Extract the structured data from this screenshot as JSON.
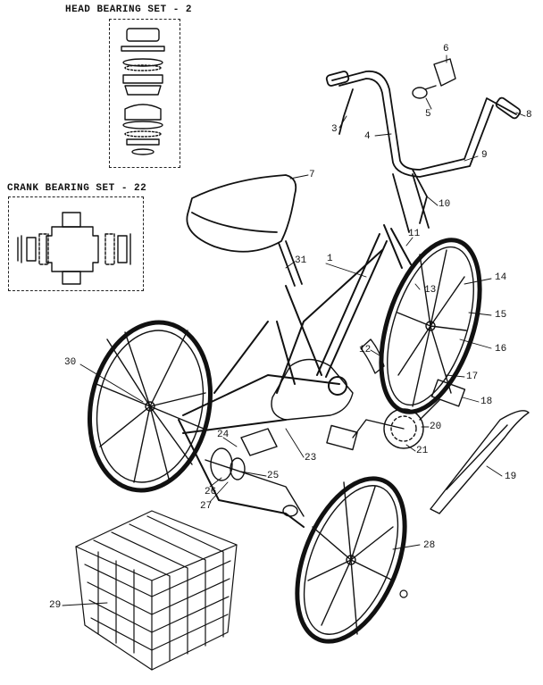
{
  "insets": {
    "head_bearing": "HEAD BEARING SET - 2",
    "crank_bearing": "CRANK BEARING SET - 22"
  },
  "callouts": [
    "1",
    "3",
    "4",
    "5",
    "6",
    "7",
    "8",
    "9",
    "10",
    "11",
    "12",
    "13",
    "14",
    "15",
    "16",
    "17",
    "18",
    "19",
    "20",
    "21",
    "23",
    "24",
    "25",
    "26",
    "27",
    "28",
    "29",
    "30",
    "31"
  ]
}
